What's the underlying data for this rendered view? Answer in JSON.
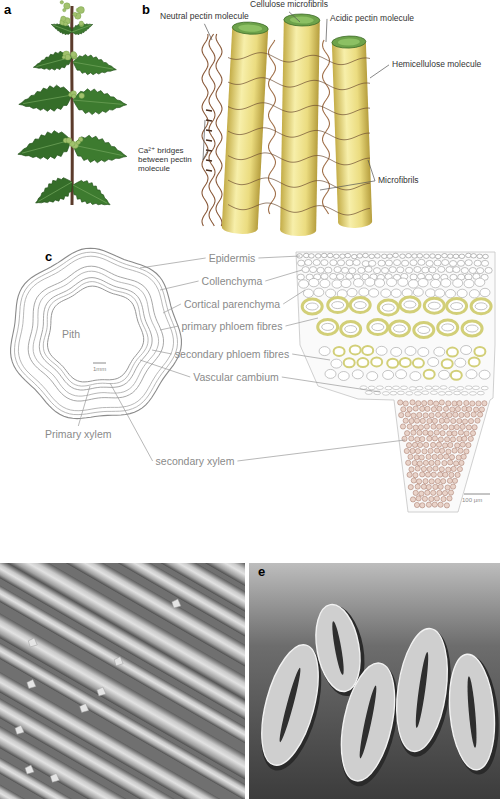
{
  "diagram": {
    "labels": [
      "a",
      "b",
      "Cellulose microfibrils",
      "Neutral pectin molecule",
      "Acidic pectin molecule",
      "Hemicellulose molecule",
      "Ca²⁺ bridges between pectin molecule",
      "Microfibrils",
      "c",
      "Epidermis",
      "Collenchyma",
      "Cortical parenchyma",
      "primary phloem fibres",
      "secondary phloem fibres",
      "Vascular cambium",
      "Pith",
      "Primary xylem",
      "secondary xylem",
      "1mm",
      "100 µm",
      "e"
    ]
  }
}
